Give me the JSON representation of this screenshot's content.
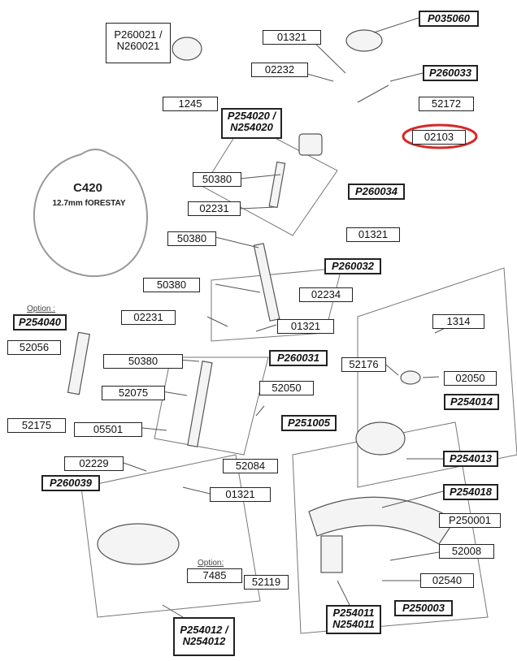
{
  "labels": [
    "P260021 /\nN260021",
    "1245",
    "01321",
    "P035060",
    "02232",
    "P260033",
    "52172",
    "P254020 /\nN254020",
    "02103",
    "50380",
    "P260034",
    "02231",
    "01321",
    "50380",
    "P260032",
    "02234",
    "50380",
    "Option :",
    "P254040",
    "02231",
    "01321",
    "1314",
    "52056",
    "50380",
    "P260031",
    "52176",
    "02050",
    "52050",
    "P254014",
    "52075",
    "P251005",
    "52175",
    "05501",
    "P254013",
    "02229",
    "52084",
    "P260039",
    "01321",
    "P254018",
    "P250001",
    "52008",
    "Option:",
    "7485",
    "52119",
    "02540",
    "P250003",
    "P254011\nN254011",
    "P254012 /\nN254012"
  ],
  "profile": {
    "code": "C420",
    "desc": "12.7mm fORESTAY"
  },
  "highlight": {
    "color": "#d62828"
  },
  "colors": {
    "line": "#555555",
    "part": "#666666"
  }
}
